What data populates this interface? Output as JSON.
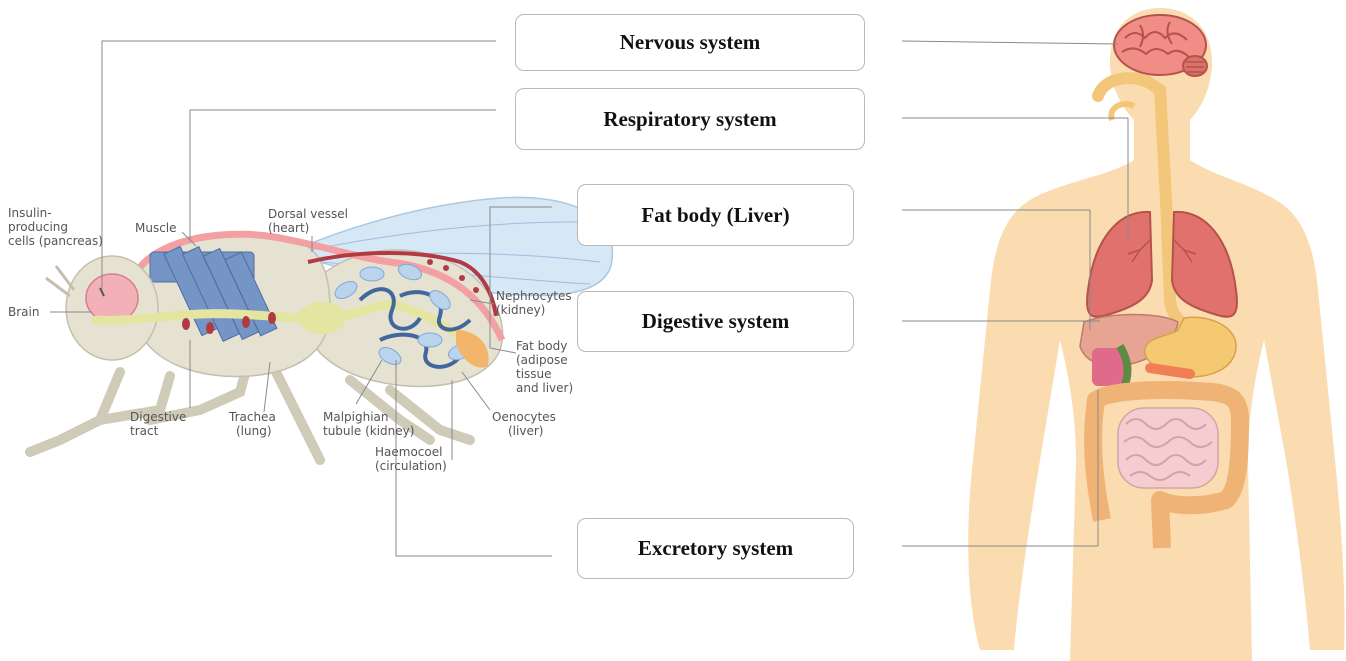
{
  "systems": {
    "nervous": "Nervous system",
    "respiratory": "Respiratory system",
    "fat_body": "Fat body (Liver)",
    "digestive": "Digestive system",
    "excretory": "Excretory system"
  },
  "fly_labels": {
    "insulin_1": "Insulin-",
    "insulin_2": "producing",
    "insulin_3": "cells (pancreas)",
    "muscle": "Muscle",
    "dorsal_1": "Dorsal vessel",
    "dorsal_2": "(heart)",
    "brain": "Brain",
    "nephro_1": "Nephrocytes",
    "nephro_2": "(kidney)",
    "fat_1": "Fat body",
    "fat_2": "(adipose",
    "fat_3": "tissue",
    "fat_4": "and liver)",
    "oeno_1": "Oenocytes",
    "oeno_2": "(liver)",
    "digestive_1": "Digestive",
    "digestive_2": "tract",
    "trachea_1": "Trachea",
    "trachea_2": "(lung)",
    "malpighian_1": "Malpighian",
    "malpighian_2": "tubule (kidney)",
    "haemo_1": "Haemocoel",
    "haemo_2": "(circulation)"
  },
  "colors": {
    "skin": "#fbdcb0",
    "lung": "#e0716c",
    "brain": "#ef8d86",
    "fly_body": "#e6e2d2",
    "fly_muscle": "#7595c6",
    "fly_wing": "#cfe3f4",
    "leader": "#8a8a8a"
  }
}
